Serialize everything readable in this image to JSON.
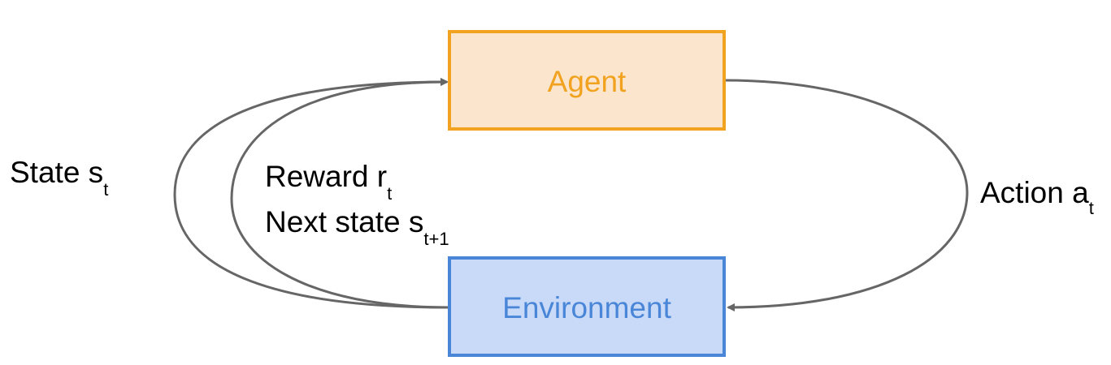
{
  "nodes": {
    "agent": {
      "label": "Agent",
      "fill": "#fce5cd",
      "stroke": "#f1a21e",
      "text_color": "#f1a21e"
    },
    "environment": {
      "label": "Environment",
      "fill": "#c9daf8",
      "stroke": "#4a86d8",
      "text_color": "#4a86d8"
    }
  },
  "edges": {
    "state": {
      "main": "State s",
      "sub": "t"
    },
    "reward": {
      "main": "Reward r",
      "sub": "t"
    },
    "next_state": {
      "main": "Next state s",
      "sub": "t+1"
    },
    "action": {
      "main": "Action a",
      "sub": "t"
    }
  },
  "edge_color": "#666666"
}
